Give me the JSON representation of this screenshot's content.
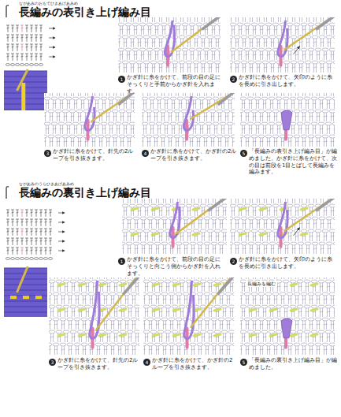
{
  "diagram": {
    "labels": [
      "ながあみのおもてひきあげあみめ",
      "長編みの表引き上げ編み目",
      "1",
      "かぎ針に糸をかけて、前段の目の足にそっくりと手前からかぎ針を入れます。",
      "2",
      "かぎ針に糸をかけて、矢印のように糸を長めに引き出します。",
      "3",
      "かぎ針に糸をかけて、針先の2ループを引き抜きます。",
      "4",
      "かぎ針に糸をかけて、かぎ針の2ループを引き抜きます。",
      "5",
      "「長編みの表引き上げ編み目」が編めました。かぎ針に糸をかけて、次の目は前段を1目とばして長編みを編みます。",
      "ながあみのうらひきあげあみめ",
      "長編みの裏引き上げ編み目",
      "1",
      "かぎ針に糸をかけて、前段の目の足にそっくりと向こう側からかぎ針を入れます。",
      "2",
      "かぎ針に糸をかけて、矢印のように糸を長めに引き出します。",
      "3",
      "かぎ針に糸をかけて、針先の2ループを引き抜きます。",
      "4",
      "かぎ針に糸をかけて、かぎ針の2ループを引き抜きます。",
      "5",
      "「長編みの裏引き上げ編み目」が編めました。",
      "長編みを編む"
    ]
  }
}
